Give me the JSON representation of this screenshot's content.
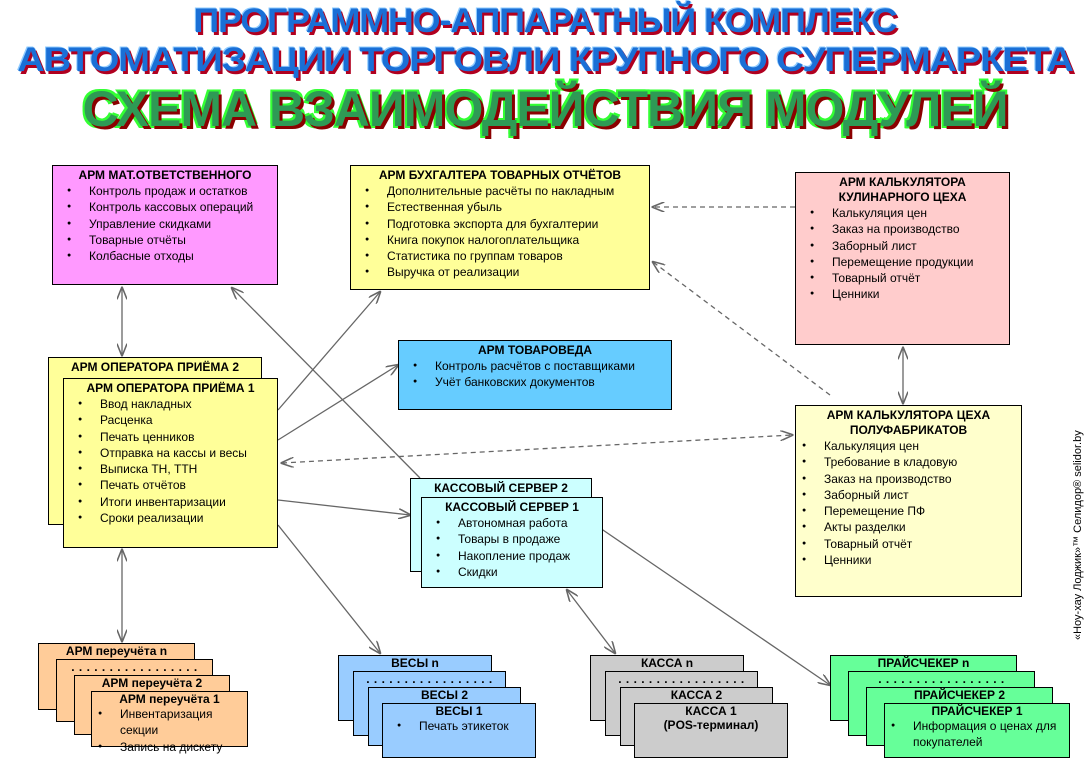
{
  "title": {
    "line1": "ПРОГРАММНО-АППАРАТНЫЙ КОМПЛЕКС",
    "line2": "АВТОМАТИЗАЦИИ ТОРГОВЛИ КРУПНОГО СУПЕРМАРКЕТА",
    "line3": "СХЕМА ВЗАИМОДЕЙСТВИЯ МОДУЛЕЙ"
  },
  "side_text": "«Ноу-хау Лоджик»™ Селидор® selidor.by",
  "mat": {
    "title": "АРМ МАТ.ОТВЕТСТВЕННОГО",
    "items": [
      "Контроль продаж и остатков",
      "Контроль кассовых операций",
      "Управление скидками",
      "Товарные отчёты",
      "Колбасные отходы"
    ]
  },
  "buh": {
    "title": "АРМ БУХГАЛТЕРА ТОВАРНЫХ ОТЧЁТОВ",
    "items": [
      "Дополнительные расчёты по накладным",
      "Естественная убыль",
      "Подготовка экспорта для бухгалтерии",
      "Книга покупок налогоплательщика",
      "Статистика по группам товаров",
      "Выручка от реализации"
    ]
  },
  "kulinar": {
    "title": "АРМ КАЛЬКУЛЯТОРА КУЛИНАРНОГО ЦЕХА",
    "items": [
      "Калькуляция цен",
      "Заказ на производство",
      "Заборный лист",
      "Перемещение продукции",
      "Товарный отчёт",
      "Ценники"
    ]
  },
  "operator2": {
    "title": "АРМ ОПЕРАТОРА ПРИЁМА 2"
  },
  "operator1": {
    "title": "АРМ ОПЕРАТОРА ПРИЁМА 1",
    "items": [
      "Ввод накладных",
      "Расценка",
      "Печать ценников",
      "Отправка на кассы и весы",
      "Выписка ТН, ТТН",
      "Печать отчётов",
      "Итоги инвентаризации",
      "Сроки реализации"
    ]
  },
  "tovaroved": {
    "title": "АРМ ТОВАРОВЕДА",
    "items": [
      "Контроль расчётов с поставщиками",
      "Учёт банковских документов"
    ]
  },
  "polufab": {
    "title": "АРМ КАЛЬКУЛЯТОРА ЦЕХА ПОЛУФАБРИКАТОВ",
    "items": [
      "Калькуляция цен",
      "Требование в кладовую",
      "Заказ на производство",
      "Заборный лист",
      "Перемещение ПФ",
      "Акты разделки",
      "Товарный отчёт",
      "Ценники"
    ]
  },
  "server2": {
    "title": "КАССОВЫЙ СЕРВЕР 2"
  },
  "server1": {
    "title": "КАССОВЫЙ СЕРВЕР 1",
    "items": [
      "Автономная работа",
      "Товары в продаже",
      "Накопление продаж",
      "Скидки"
    ]
  },
  "dots": ". . . . . . . . . . . . . . . . .",
  "pereuchet": {
    "n": "АРМ переучёта n",
    "t2": "АРМ переучёта 2",
    "t1": "АРМ переучёта 1",
    "items": [
      "Инвентаризация секции",
      "Запись на дискету"
    ]
  },
  "vesy": {
    "n": "ВЕСЫ n",
    "t2": "ВЕСЫ 2",
    "t1": "ВЕСЫ 1",
    "items": [
      "Печать этикеток"
    ]
  },
  "kassa": {
    "n": "КАССА n",
    "t2": "КАССА 2",
    "t1": "КАССА 1",
    "sub": "(POS-терминал)"
  },
  "price": {
    "n": "ПРАЙСЧЕКЕР n",
    "t2": "ПРАЙСЧЕКЕР 2",
    "t1": "ПРАЙСЧЕКЕР 1",
    "items": [
      "Информация о ценах для покупателей"
    ]
  },
  "colors": {
    "mat": "#FF99FF",
    "buh": "#FFFF99",
    "kulinar": "#FFCCCC",
    "operator": "#FFFF99",
    "tovaroved": "#66CCFF",
    "polufab": "#FFFFCC",
    "server": "#CCFFFF",
    "pereuchet": "#FFCC99",
    "vesy": "#99CCFF",
    "kassa": "#CCCCCC",
    "price": "#66FF99"
  }
}
